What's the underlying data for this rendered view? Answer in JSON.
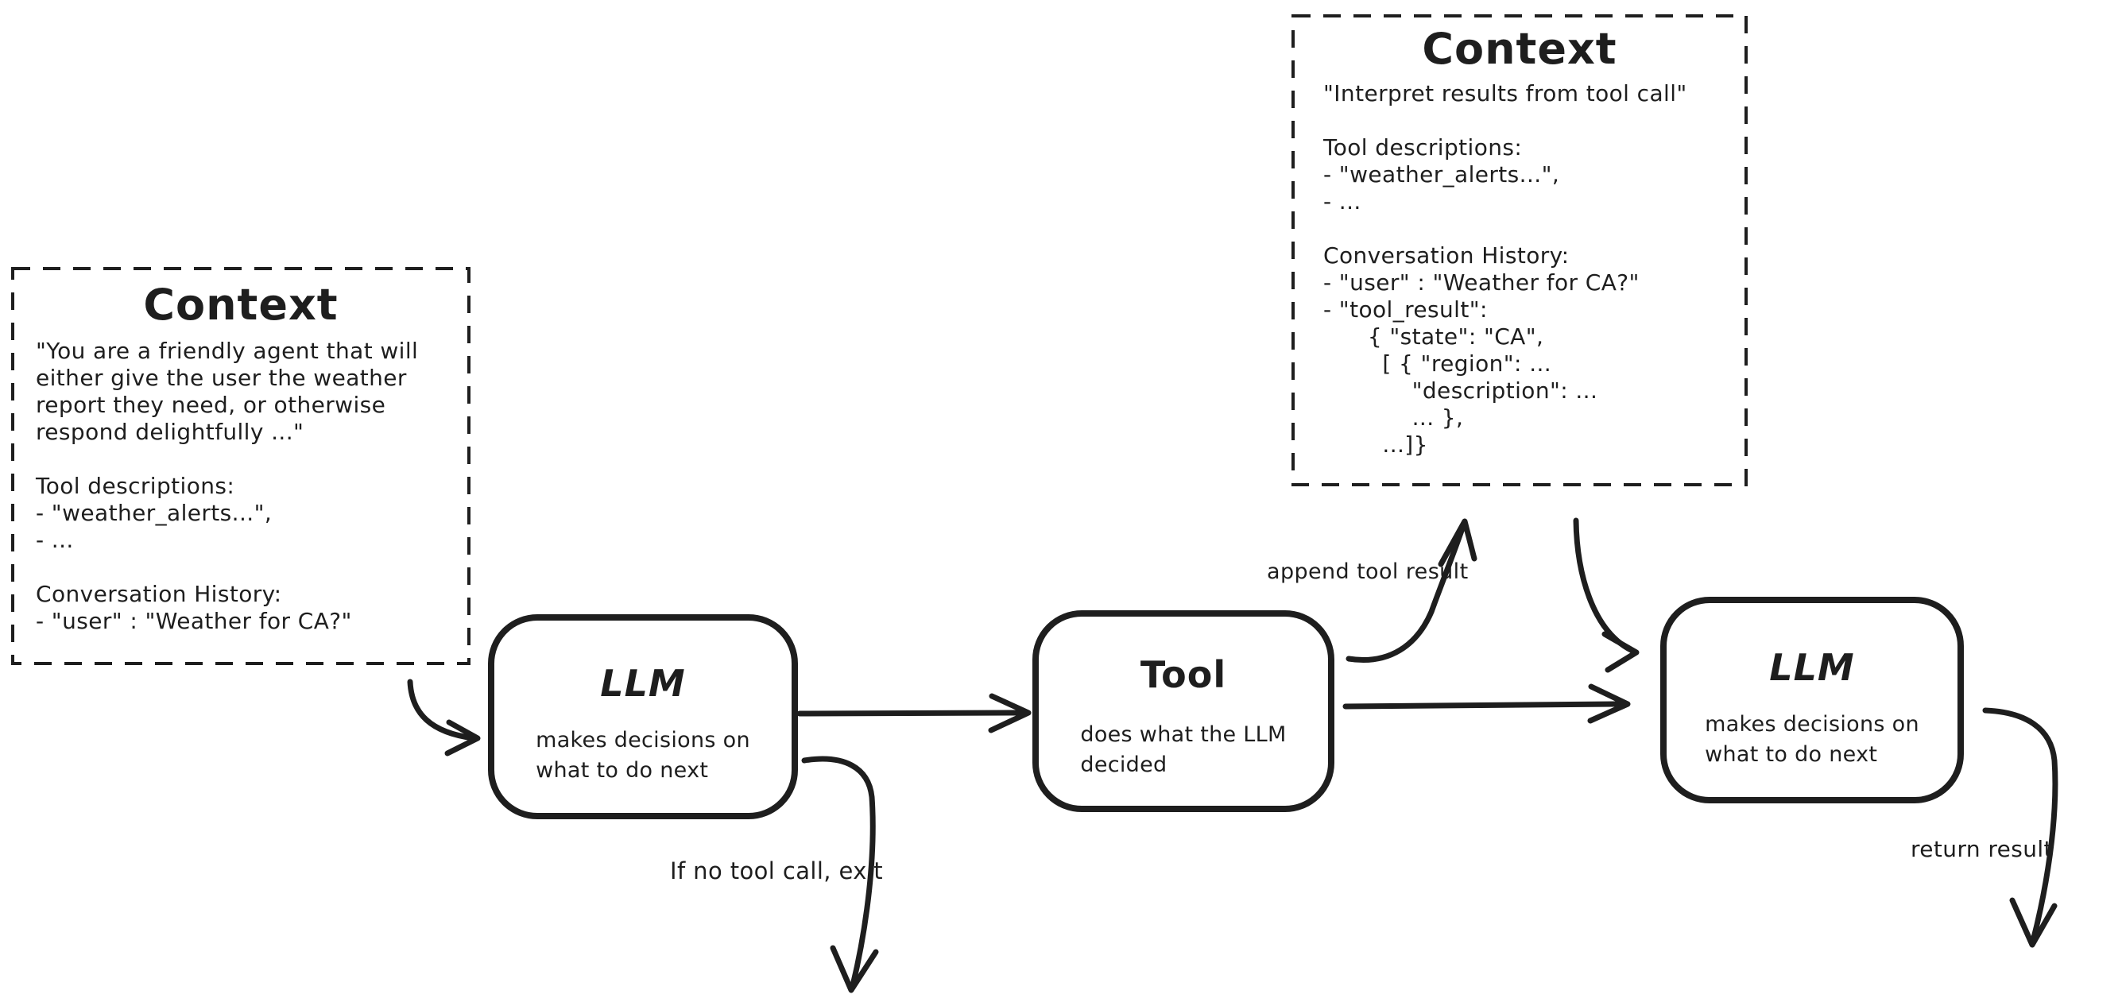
{
  "ink": "#1e1e1e",
  "background": "#ffffff",
  "nodes": {
    "context_left": {
      "title": "Context",
      "body": [
        "\"You are a friendly agent that will",
        "either give the user the weather",
        "report they need, or otherwise",
        "respond delightfully ...\"",
        "",
        "Tool descriptions:",
        "- \"weather_alerts...\",",
        "- ...",
        "",
        "Conversation History:",
        "- \"user\" : \"Weather for CA?\""
      ]
    },
    "context_right": {
      "title": "Context",
      "body": [
        "\"Interpret results from tool call\"",
        "",
        "Tool descriptions:",
        "- \"weather_alerts...\",",
        "- ...",
        "",
        "Conversation History:",
        "- \"user\" : \"Weather for CA?\"",
        "- \"tool_result\":",
        "      { \"state\": \"CA\",",
        "        [ { \"region\": ...",
        "            \"description\": ...",
        "            ... },",
        "        ...]}"
      ]
    },
    "llm_first": {
      "title": "LLM",
      "subtitle": "makes decisions on\nwhat to do next"
    },
    "tool": {
      "title": "Tool",
      "subtitle": "does what the LLM\ndecided"
    },
    "llm_second": {
      "title": "LLM",
      "subtitle": "makes decisions on\nwhat to do next"
    }
  },
  "edge_labels": {
    "append_tool_result": "append tool result",
    "if_no_tool_call_exit": "If no tool call, exit",
    "return_result": "return result"
  }
}
